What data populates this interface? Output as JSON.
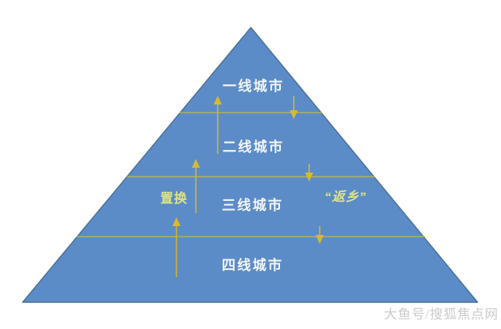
{
  "diagram": {
    "type": "pyramid",
    "title_semantics": "city-tier migration pyramid",
    "tiers": [
      {
        "label": "一线城市"
      },
      {
        "label": "二线城市"
      },
      {
        "label": "三线城市"
      },
      {
        "label": "四线城市"
      }
    ],
    "flows": {
      "up_label": "置换",
      "down_label": "“返乡”"
    },
    "colors": {
      "pyramid_fill": "#5b8cc7",
      "pyramid_border": "#4d7298",
      "divider": "#c2b545",
      "arrow": "#d8b92f",
      "tier_text": "#f2f5f8",
      "flow_text": "#dde485",
      "watermark": "#c9c9c9"
    }
  },
  "watermark": "大鱼号/搜狐焦点网"
}
